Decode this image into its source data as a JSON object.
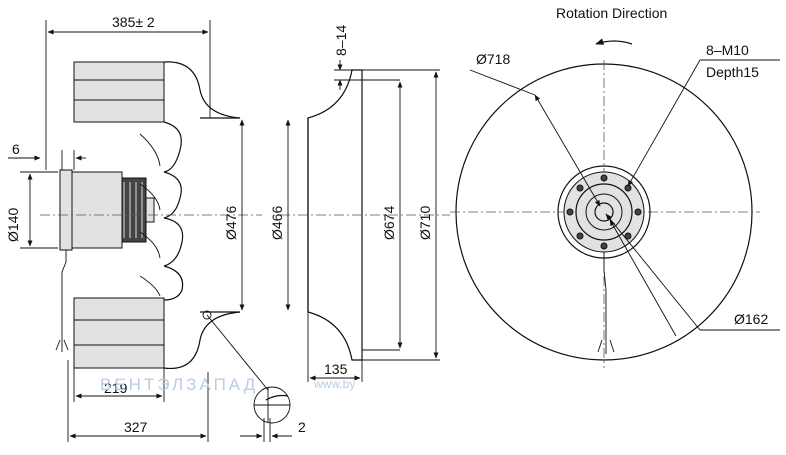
{
  "title": "Rotation  Direction",
  "watermark": {
    "brand": "ВЕНТЭЛЗАПАД",
    "site": "www.by"
  },
  "dimensions": {
    "total_length": "385± 2",
    "flange_thickness": "6",
    "motor_dia": "Ø140",
    "inlet_dia": "Ø476",
    "ring_dia": "Ø466",
    "bolt_circle_dia": "Ø674",
    "outer_flange_dia": "Ø710",
    "gap_top": "8–14",
    "ring_depth": "135",
    "length_219": "219",
    "length_327": "327",
    "detail_gap": "2",
    "impeller_dia": "Ø718",
    "hub_dia": "Ø162",
    "mount_holes": "8–M10",
    "mount_depth": "Depth15"
  },
  "colors": {
    "line": "#111111",
    "fill_gray": "#e2e2e2",
    "watermark": "#b9cbe6"
  }
}
